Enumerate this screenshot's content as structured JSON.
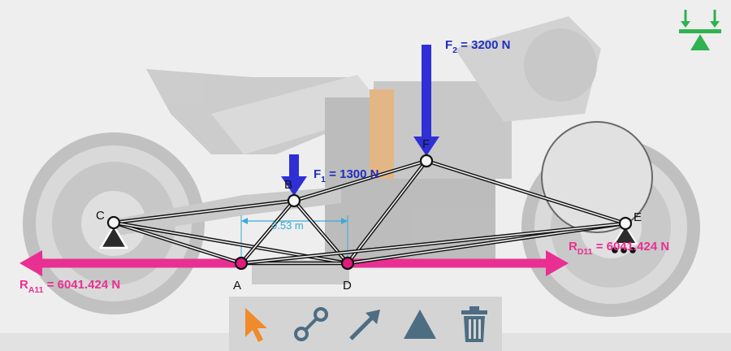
{
  "colors": {
    "background": "#eeeeee",
    "truss": "#111111",
    "load": "#2f2fd6",
    "load_label": "#1f2fbf",
    "reaction": "#ea2f92",
    "joint": "#e01b7a",
    "dimension": "#3aaad6",
    "toolbar": "#d4d4d4",
    "pointer_tool": "#f08a2a",
    "tool_icon": "#4d6d82",
    "scale_icon": "#2fb24f"
  },
  "joints": [
    {
      "id": "A",
      "label": "A"
    },
    {
      "id": "B",
      "label": "B"
    },
    {
      "id": "C",
      "label": "C"
    },
    {
      "id": "D",
      "label": "D"
    },
    {
      "id": "E",
      "label": "E"
    },
    {
      "id": "F",
      "label": "F"
    }
  ],
  "members": [
    [
      "C",
      "B"
    ],
    [
      "C",
      "A"
    ],
    [
      "C",
      "D"
    ],
    [
      "A",
      "B"
    ],
    [
      "A",
      "D"
    ],
    [
      "B",
      "D"
    ],
    [
      "B",
      "F"
    ],
    [
      "D",
      "F"
    ],
    [
      "F",
      "E"
    ],
    [
      "D",
      "E"
    ],
    [
      "A",
      "E"
    ]
  ],
  "loads": [
    {
      "name": "F",
      "sub": "1",
      "value": "= 1300 N",
      "joint": "B"
    },
    {
      "name": "F",
      "sub": "2",
      "value": "= 3200 N",
      "joint": "F"
    }
  ],
  "reactions": [
    {
      "name": "R",
      "sub": "A11",
      "value": "= 6041.424 N",
      "joint": "A"
    },
    {
      "name": "R",
      "sub": "D11",
      "value": "= 6041.424 N",
      "joint": "D"
    }
  ],
  "dimension": {
    "value": "0.53 m"
  },
  "toolbar": {
    "tools": [
      {
        "name": "pointer-tool",
        "icon": "cursor-arrow-icon"
      },
      {
        "name": "add-member-tool",
        "icon": "member-link-icon"
      },
      {
        "name": "add-force-tool",
        "icon": "force-arrow-icon"
      },
      {
        "name": "add-support-tool",
        "icon": "support-triangle-icon"
      },
      {
        "name": "delete-tool",
        "icon": "trash-icon"
      }
    ]
  },
  "scale_button": {
    "icon": "balance-scale-icon"
  }
}
